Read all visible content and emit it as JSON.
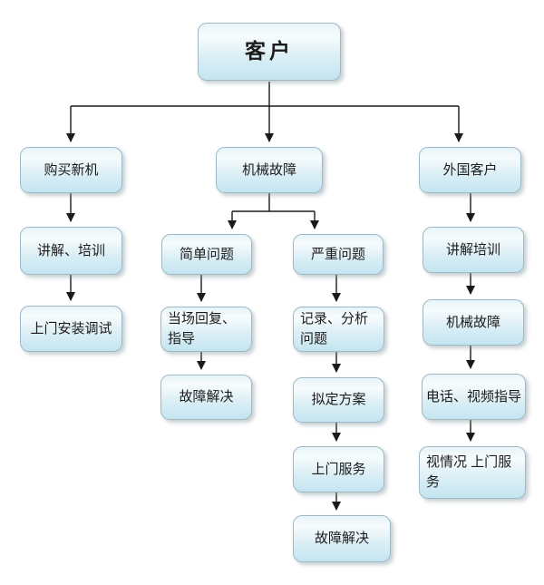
{
  "nodes": {
    "customer": {
      "label": "客户"
    },
    "buy_new_machine": {
      "label": "购买新机"
    },
    "mechanical_failure": {
      "label": "机械故障"
    },
    "foreign_customer": {
      "label": "外国客户"
    },
    "explain_training_left": {
      "label": "讲解、培训"
    },
    "onsite_install_debug": {
      "label": "上门安装调试"
    },
    "simple_problem": {
      "label": "简单问题"
    },
    "serious_problem": {
      "label": "严重问题"
    },
    "onsite_reply_guidance": {
      "label": "当场回复、指导"
    },
    "fault_resolved_left": {
      "label": "故障解决"
    },
    "record_analyze_problem": {
      "label": "记录、分析问题"
    },
    "draft_plan": {
      "label": "拟定方案"
    },
    "onsite_service": {
      "label": "上门服务"
    },
    "fault_resolved_mid": {
      "label": "故障解决"
    },
    "explain_training_right": {
      "label": "讲解培训"
    },
    "mechanical_failure_right": {
      "label": "机械故障"
    },
    "phone_video_guidance": {
      "label": "电话、视频指导"
    },
    "onsite_as_needed": {
      "label": "视情况 上门服务"
    }
  },
  "colors": {
    "background": "#ffffff",
    "box_gradient_top": "#e7f4f9",
    "box_gradient_bottom": "#c3e5f0",
    "box_border": "#9fb9c4",
    "connector": "#1a1a1a"
  }
}
